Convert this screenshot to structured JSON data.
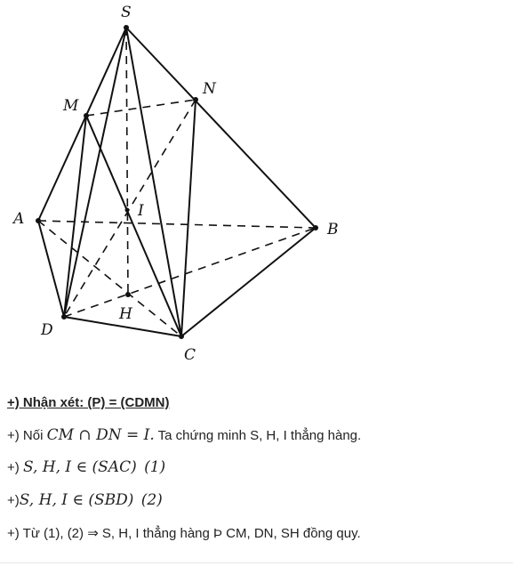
{
  "figure": {
    "points": {
      "S": "S",
      "N": "N",
      "M": "M",
      "I": "I",
      "A": "A",
      "B": "B",
      "D": "D",
      "H": "H",
      "C": "C"
    }
  },
  "content": {
    "heading": "+) Nhận xét: (P) = (CDMN)",
    "line1_prefix": "+) Nối ",
    "line1_math": "CM ∩ DN = I.",
    "line1_suffix": " Ta chứng minh S, H, I thẳng hàng.",
    "line2_prefix": "+) ",
    "line2_math": "S, H, I ∈ (SAC)",
    "line2_num": "(1)",
    "line3_prefix": "+)",
    "line3_math": "S, H, I ∈ (SBD)",
    "line3_num": "(2)",
    "line4": "+) Từ (1), (2) ⇒ S, H, I thẳng hàng Þ CM, DN, SH đồng quy."
  }
}
